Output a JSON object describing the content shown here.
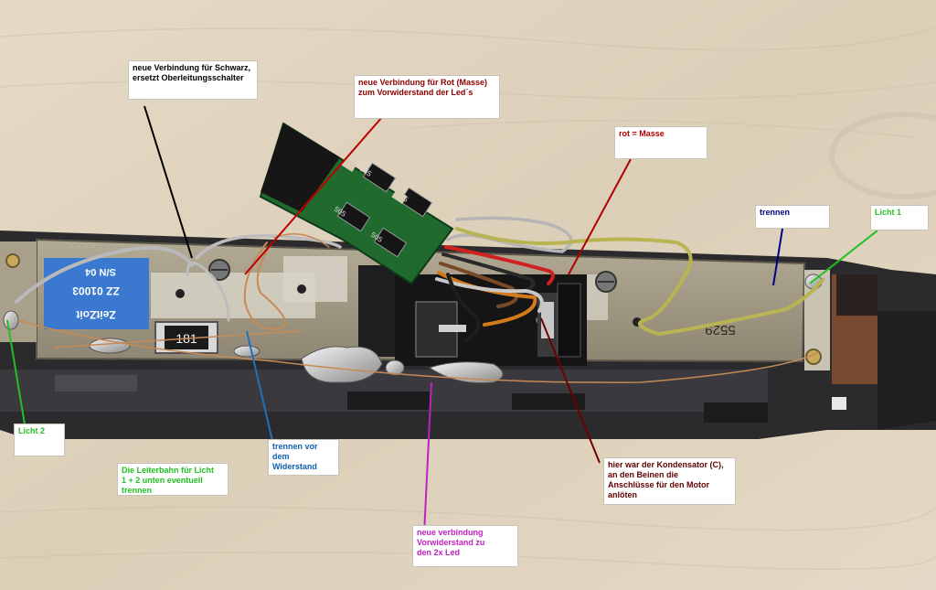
{
  "annotations": {
    "schwarz": {
      "text": "neue Verbindung für Schwarz,\nersetzt Oberleitungsschalter",
      "color": "#000000"
    },
    "rot_masse_vorwiderstand": {
      "text": "neue Verbindung für Rot (Masse)\nzum Vorwiderstand der Led´s",
      "color": "#8b0000"
    },
    "rot_masse": {
      "text": "rot = Masse",
      "color": "#b00000"
    },
    "trennen": {
      "text": "trennen",
      "color": "#000080"
    },
    "licht_1": {
      "text": "Licht 1",
      "color": "#22c022"
    },
    "licht_2": {
      "text": "Licht 2",
      "color": "#22c022"
    },
    "leiterbahn": {
      "text": "Die Leiterbahn für Licht\n1 + 2 unten eventuell\ntrennen",
      "color": "#22c022"
    },
    "trennen_widerstand": {
      "text": "trennen vor\ndem Widerstand",
      "color": "#1060b0"
    },
    "vorwiderstand_led": {
      "text": "neue verbindung\nVorwiderstand zu\nden 2x Led",
      "color": "#c020c0"
    },
    "kondensator": {
      "text": "hier war der Kondensator (C),\nan den Beinen die\nAnschlüsse für den Motor\nanlöten",
      "color": "#600000"
    }
  },
  "photo_labels": {
    "sticker_line1": "ZeitZoit",
    "sticker_line2": "ZZ 01003",
    "sticker_line3": "S/N 04",
    "resistor_code": "181",
    "board_number": "5529",
    "chip_codes": [
      "505",
      "505",
      "505",
      "505"
    ]
  },
  "colors": {
    "table": "#e2d6c2",
    "chassis": "#2b2b2d",
    "pcb": "#a49c86",
    "decoder_board": "#1f6a2c",
    "sticker": "#3b78d0"
  }
}
